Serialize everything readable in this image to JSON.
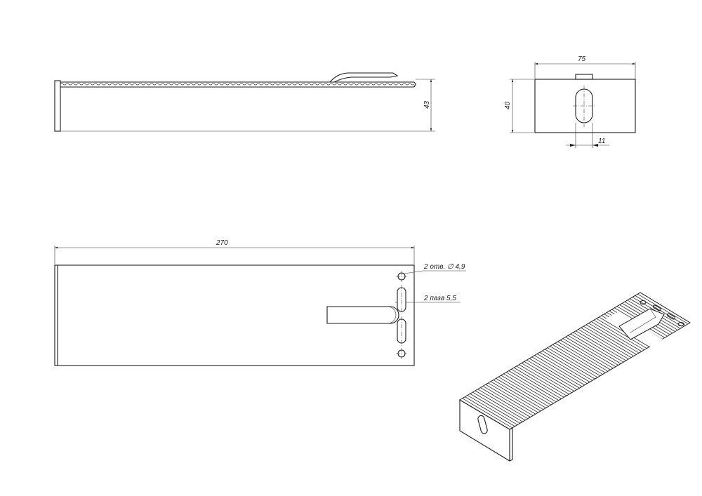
{
  "dimensions": {
    "side_height": "43",
    "end_width": "75",
    "end_height": "40",
    "slot_width": "11",
    "top_length": "270"
  },
  "callouts": {
    "holes": "2 отв. ∅ 4,9",
    "slots": "2 паза 5,5"
  },
  "colors": {
    "line": "#1a1a1a",
    "background": "#ffffff",
    "ribbing": "#2b2b2b"
  }
}
